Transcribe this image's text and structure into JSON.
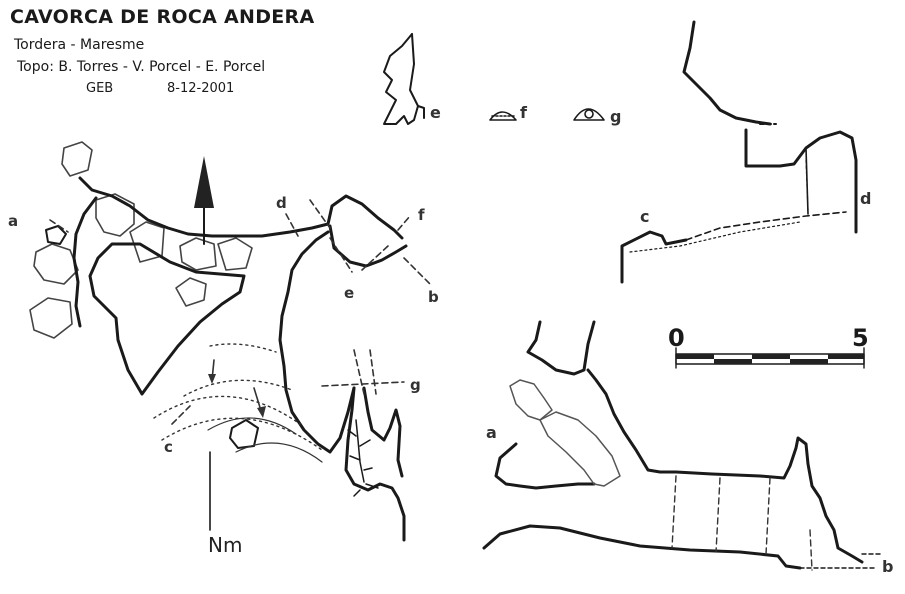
{
  "header": {
    "title": "CAVORCA DE ROCA ANDERA",
    "location": "Tordera - Maresme",
    "topo": "Topo: B. Torres - V. Porcel - E. Porcel",
    "club": "GEB",
    "date": "8-12-2001"
  },
  "plan_view": {
    "section_labels": [
      "a",
      "b",
      "c",
      "d",
      "e",
      "f",
      "g"
    ],
    "north_label": "Nm"
  },
  "cross_sections": [
    "e",
    "f",
    "g"
  ],
  "profile_upper": {
    "labels": [
      "c",
      "d"
    ]
  },
  "profile_lower": {
    "labels": [
      "a",
      "b"
    ]
  },
  "scale_bar": {
    "start": "0",
    "end": "5"
  },
  "colors": {
    "ink": "#1a1a1a",
    "shade": "#777777"
  }
}
